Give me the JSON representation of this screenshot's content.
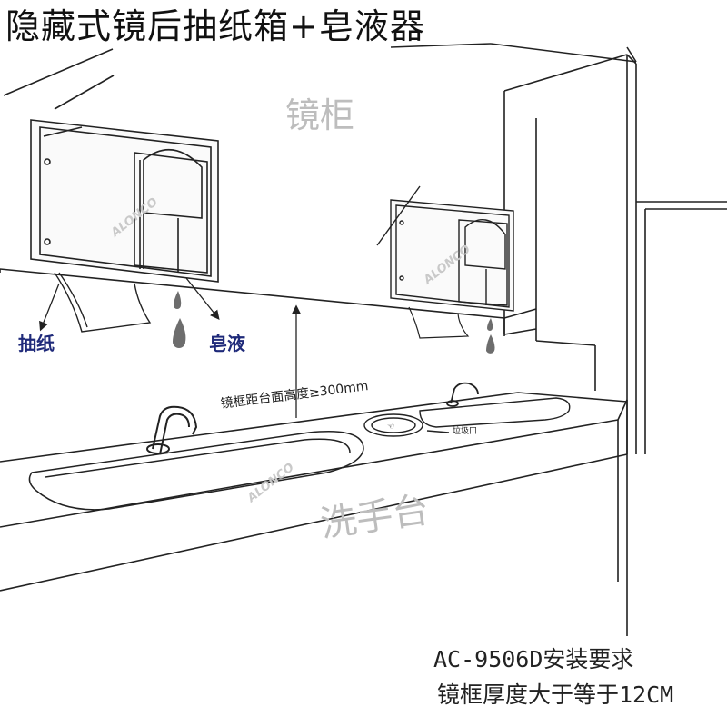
{
  "title": "隐藏式镜后抽纸箱+皂液器",
  "labels": {
    "mirror_cabinet": "镜柜",
    "wash_counter": "洗手台",
    "paper": "抽纸",
    "soap": "皂液",
    "height_note": "镜框距台面高度≥300mm",
    "trash_opening": "垃圾口"
  },
  "requirements": {
    "line1": "AC-9506D安装要求",
    "line2": "镜框厚度大于等于12CM"
  },
  "watermark": "ALONCO",
  "colors": {
    "line": "#222222",
    "label_blue": "#1f2a7a",
    "ghost_text": "#bdbdbd",
    "soap_drop": "#6d6d6d"
  }
}
